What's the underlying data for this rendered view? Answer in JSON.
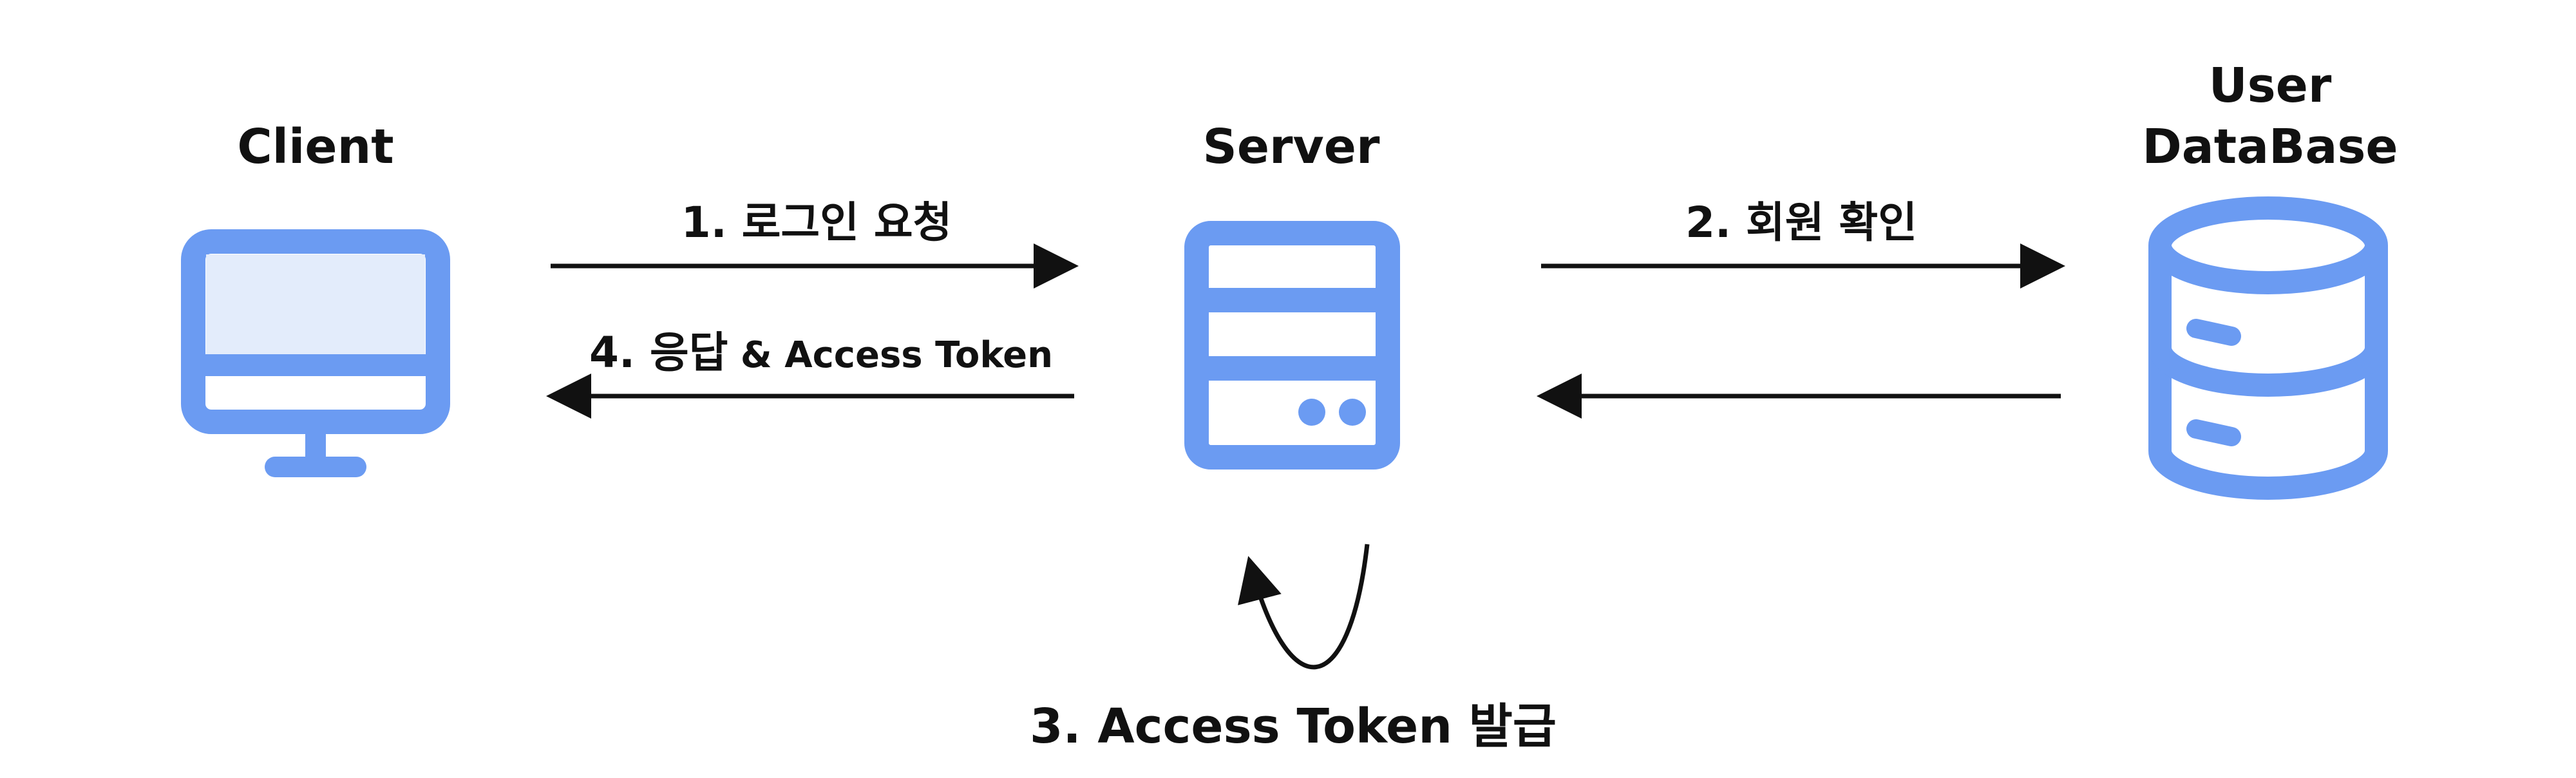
{
  "nodes": {
    "client": {
      "label": "Client"
    },
    "server": {
      "label": "Server"
    },
    "database": {
      "label_line1": "User",
      "label_line2": "DataBase"
    }
  },
  "arrows": {
    "login_request": {
      "label": "1. 로그인 요청"
    },
    "member_check": {
      "label": "2. 회원 확인"
    },
    "token_issue": {
      "label": "3. Access Token 발급"
    },
    "response": {
      "label_main": "4. 응답",
      "label_suffix": " & Access Token"
    }
  },
  "colors": {
    "icon": "#6b9bf2",
    "screen_fill": "#e3ecfb",
    "text": "#111111",
    "arrow": "#111111"
  }
}
